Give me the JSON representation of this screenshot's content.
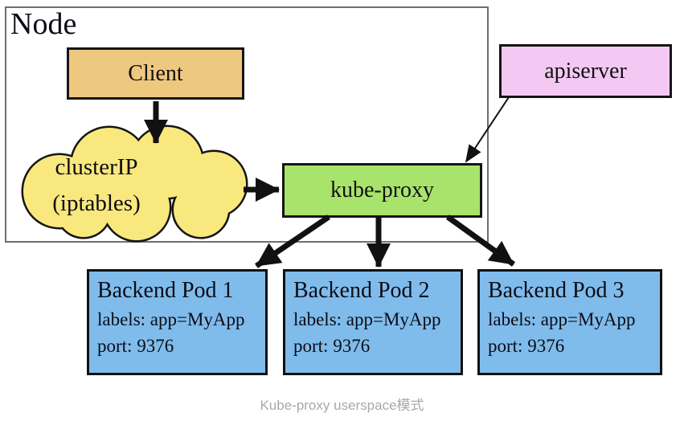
{
  "diagram": {
    "node_label": "Node",
    "client_label": "Client",
    "cluster_ip": {
      "line1": "clusterIP",
      "line2": "(iptables)"
    },
    "kube_proxy_label": "kube-proxy",
    "apiserver_label": "apiserver",
    "pods": [
      {
        "title": "Backend Pod 1",
        "labels": "labels: app=MyApp",
        "port": "port: 9376"
      },
      {
        "title": "Backend Pod 2",
        "labels": "labels: app=MyApp",
        "port": "port: 9376"
      },
      {
        "title": "Backend Pod 3",
        "labels": "labels: app=MyApp",
        "port": "port: 9376"
      }
    ],
    "caption": "Kube-proxy userspace模式"
  },
  "colors": {
    "client_fill": "#efc87f",
    "cloud_fill": "#f9e87d",
    "kube_proxy_fill": "#a8e46b",
    "apiserver_fill": "#f3c9f3",
    "pod_fill": "#7fbcec",
    "outline": "#151515",
    "node_border": "#6e6e6e",
    "arrow": "#111111",
    "caption_text": "#a8a8a8"
  }
}
